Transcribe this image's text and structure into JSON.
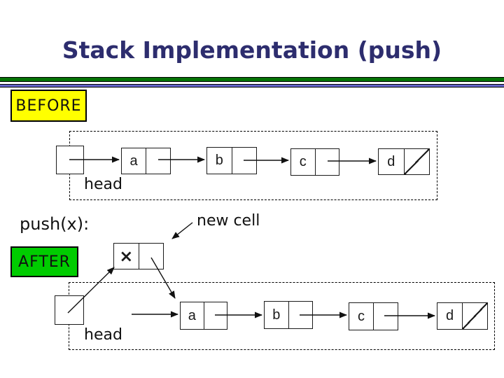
{
  "title": "Stack Implementation (push)",
  "colors": {
    "title_text": "#2d2d6e",
    "rule_green": "#057405",
    "rule_blue": "#6666cc",
    "before_badge_bg": "#ffff00",
    "after_badge_bg": "#00cc00"
  },
  "before": {
    "badge": "BEFORE",
    "head_label": "head",
    "nodes": [
      "a",
      "b",
      "c",
      "d"
    ]
  },
  "push_label": "push(x):",
  "new_cell": {
    "label": "new cell",
    "value": "×"
  },
  "after": {
    "badge": "AFTER",
    "head_label": "head",
    "nodes": [
      "a",
      "b",
      "c",
      "d"
    ]
  }
}
